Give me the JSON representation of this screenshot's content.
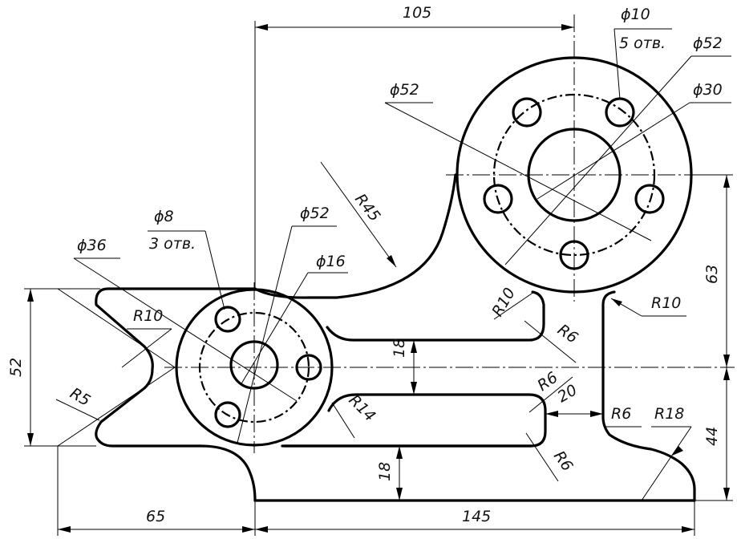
{
  "drawing": {
    "dimensions": {
      "d105": "105",
      "d10_holes": "ϕ10",
      "n5_holes": "5 отв.",
      "d52_right_a": "ϕ52",
      "d52_right_b": "ϕ52",
      "d30": "ϕ30",
      "r45": "R45",
      "d8_holes": "ϕ8",
      "n3_holes": "3 отв.",
      "d52_left": "ϕ52",
      "d36": "ϕ36",
      "d16": "ϕ16",
      "r10_left": "R10",
      "r5": "R5",
      "d52_height": "52",
      "r10_slot": "R10",
      "r6_slot_top": "R6",
      "d18_gap": "18",
      "r14": "R14",
      "r6_slot_mid": "R6",
      "d20": "20",
      "r6_slot_bottom": "R6",
      "r10_right": "R10",
      "d63": "63",
      "r6_right": "R6",
      "r18": "R18",
      "d44": "44",
      "d18_bottom": "18",
      "d65": "65",
      "d145": "145"
    }
  }
}
